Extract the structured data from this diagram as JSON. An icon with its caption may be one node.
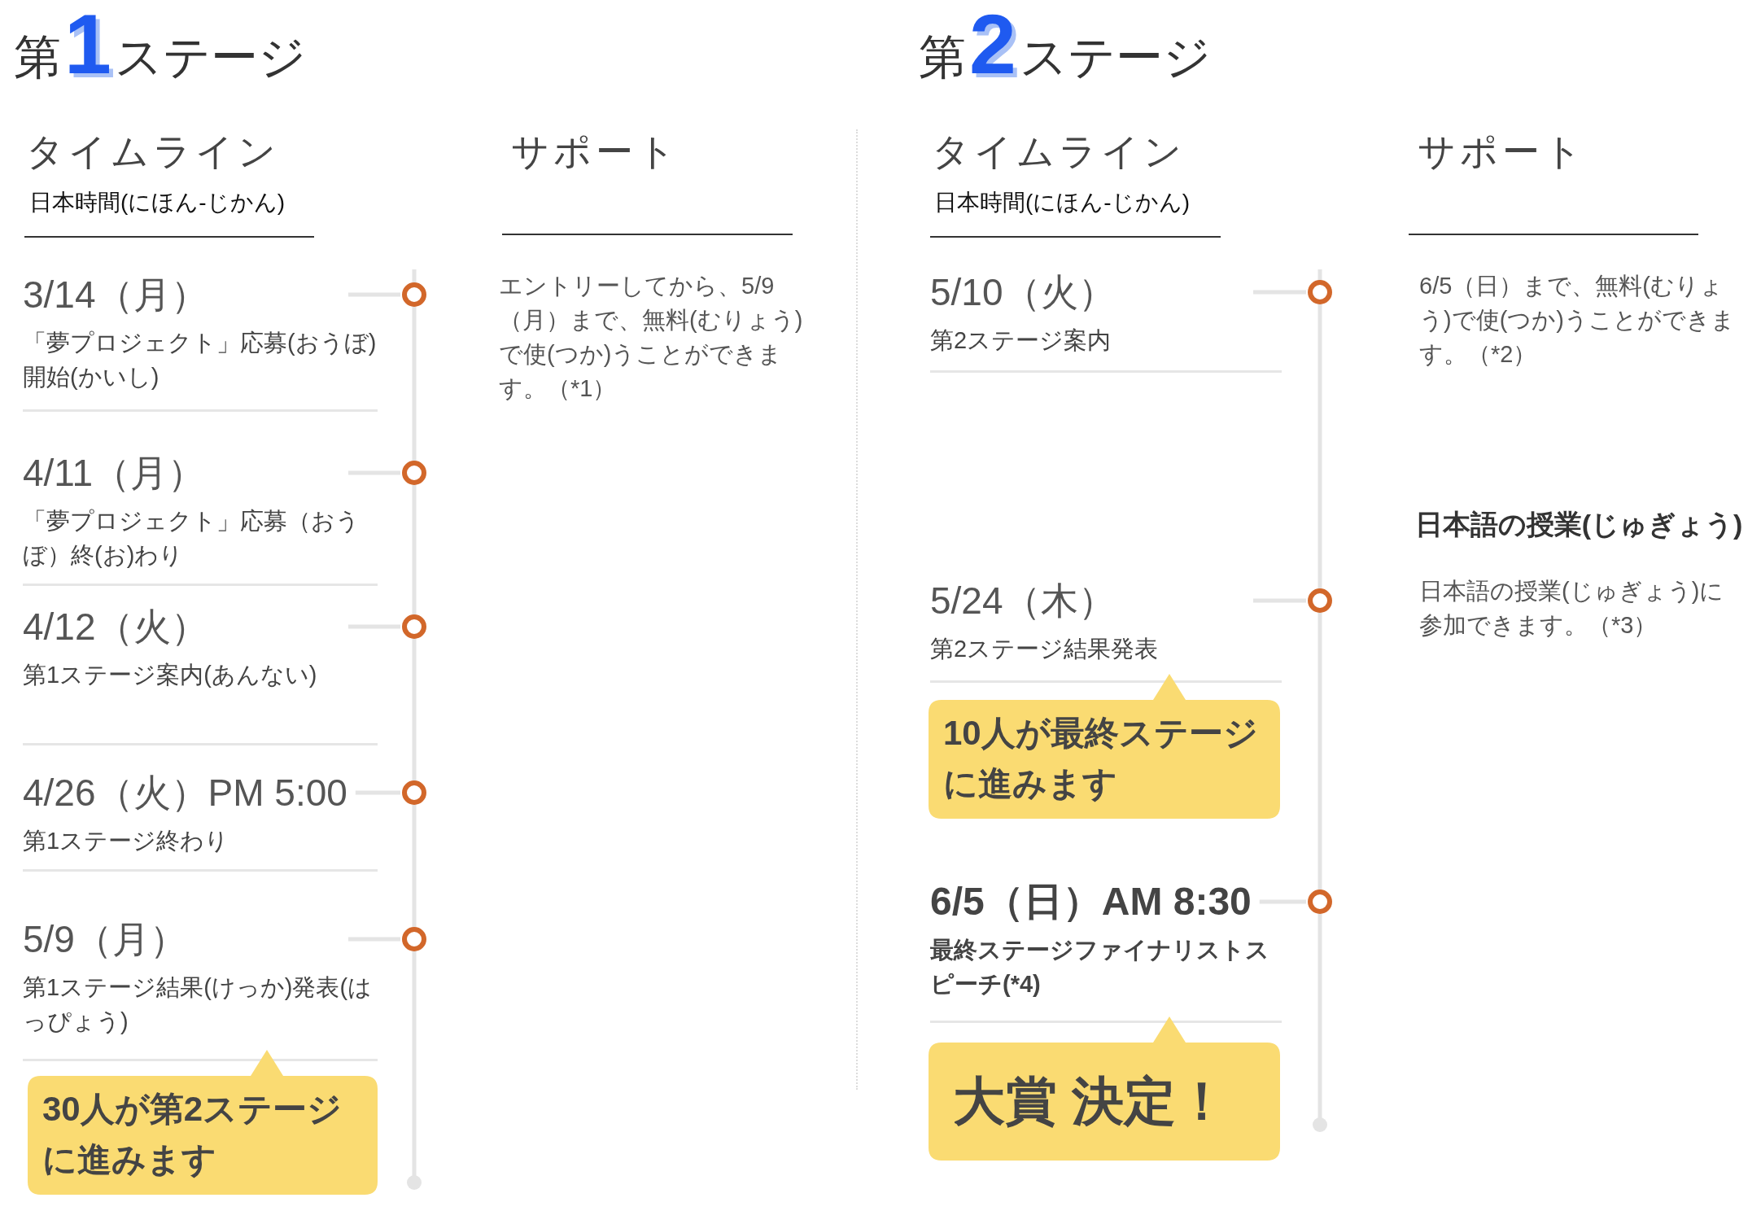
{
  "diagram": {
    "nodes": [
      {
        "text": [
          "3/14（月）",
          "「夢プロジェクト」応募(おうぼ)開始(かいし)"
        ]
      },
      {
        "text": [
          "4/11（月）",
          "「夢プロジェクト」応募（おうぼ）終(お)わり"
        ]
      },
      {
        "text": [
          "4/12（火）",
          "第1ステージ案内(あんない)"
        ]
      },
      {
        "text": [
          "4/26（火）PM 5:00",
          "第1ステージ終わり"
        ]
      },
      {
        "text": [
          "5/9（月）",
          "第1ステージ結果(けっか)発表(はっぴょう)"
        ]
      },
      {
        "text": [
          "30人が第2ステージに進みます"
        ]
      },
      {
        "text": [
          "5/10（火）",
          "第2ステージ案内"
        ]
      },
      {
        "text": [
          "5/24（木）",
          "第2ステージ結果発表"
        ]
      },
      {
        "text": [
          "10人が最終ステージに進みます"
        ]
      },
      {
        "text": [
          "6/5（日）AM 8:30",
          "最終ステージファイナリストスピーチ(*4)"
        ]
      },
      {
        "text": [
          "大賞 決定！"
        ]
      }
    ],
    "labels": [
      "第**1**ステージ",
      "タイムライン",
      "日本時間(にほん-じかん)",
      "サポート",
      "エントリーしてから、5/9（月）まで、無料(むりょう)で使(つか)うことができます。（*1）",
      "第**2**ステージ",
      "タイムライン",
      "日本時間(にほん-じかん)",
      "サポート",
      "6/5（日）まで、無料(むりょう)で使(つか)うことができます。（*2）",
      "日本語の授業(じゅぎょう)",
      "日本語の授業(じゅぎょう)に参加できます。（*3）"
    ]
  }
}
